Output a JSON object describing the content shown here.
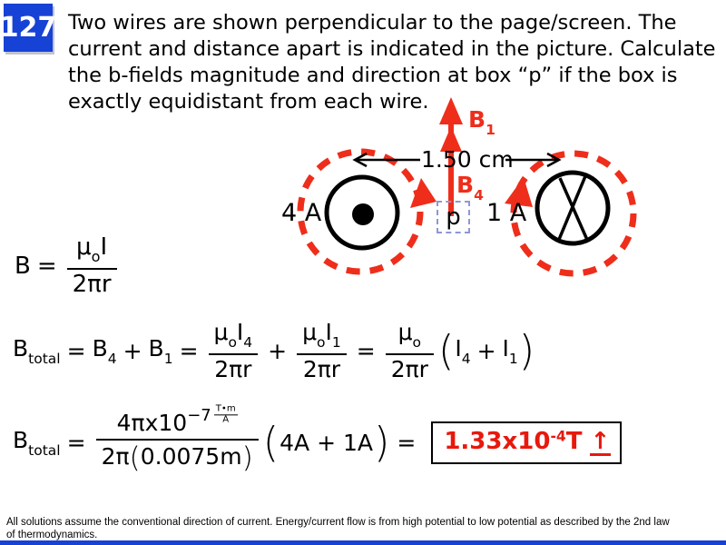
{
  "slide": {
    "number": "127",
    "question_lines": [
      "Two wires are shown perpendicular to the page/screen. The",
      "current and distance apart is indicated in the picture. Calculate",
      "the b-fields magnitude and direction at box “p” if the box is",
      "exactly equidistant from each wire."
    ],
    "footer_lines": [
      "All solutions assume the conventional direction of current. Energy/current flow is from high potential to low potential as described by the 2nd law",
      "of thermodynamics."
    ]
  },
  "diagram": {
    "distance_label": "1.50 cm",
    "left_current": "4 A",
    "right_current": "1 A",
    "point_label": "p",
    "b1": {
      "base": "B",
      "sub": "1"
    },
    "b4": {
      "base": "B",
      "sub": "4"
    }
  },
  "eq1": {
    "lhs": "B",
    "equals": "=",
    "num_mu": "μ",
    "num_mu_sub": "o",
    "num_I": "I",
    "den": "2πr"
  },
  "eq2": {
    "lhs": "B",
    "lhs_sub": "total",
    "eq_a": "=",
    "b4": "B",
    "b4_sub": "4",
    "plus_a": "+",
    "b1": "B",
    "b1_sub": "1",
    "eq_b": "=",
    "f1_mu": "μ",
    "f1_mu_sub": "o",
    "f1_I": "I",
    "f1_I_sub": "4",
    "f1_den": "2πr",
    "plus_b": "+",
    "f2_mu": "μ",
    "f2_mu_sub": "o",
    "f2_I": "I",
    "f2_I_sub": "1",
    "f2_den": "2πr",
    "eq_c": "=",
    "f3_mu": "μ",
    "f3_mu_sub": "o",
    "f3_den": "2πr",
    "paren_open": "(",
    "gI4": "I",
    "gI4_sub": "4",
    "g_plus": "+",
    "gI1": "I",
    "gI1_sub": "1",
    "paren_close": ")"
  },
  "eq3": {
    "lhs": "B",
    "lhs_sub": "total",
    "eq_a": "=",
    "num_base": "4πx10",
    "num_exp": "−7",
    "unit_num": "T•m",
    "unit_den": "A",
    "den_pre": "2π",
    "den_open": "(",
    "den_val": "0.0075m",
    "den_close": ")",
    "paren_open": "(",
    "factor": "4A + 1A",
    "paren_close": ")",
    "eq_b": "=",
    "answer": {
      "base": "1.33x10",
      "exp": "-4",
      "unit": "T",
      "arrow": "↑"
    }
  },
  "colors": {
    "accent_blue": "#1742d6",
    "field_red": "#ee2e1b",
    "answer_red": "#e8180c",
    "point_box_blue": "#8e97d6"
  }
}
